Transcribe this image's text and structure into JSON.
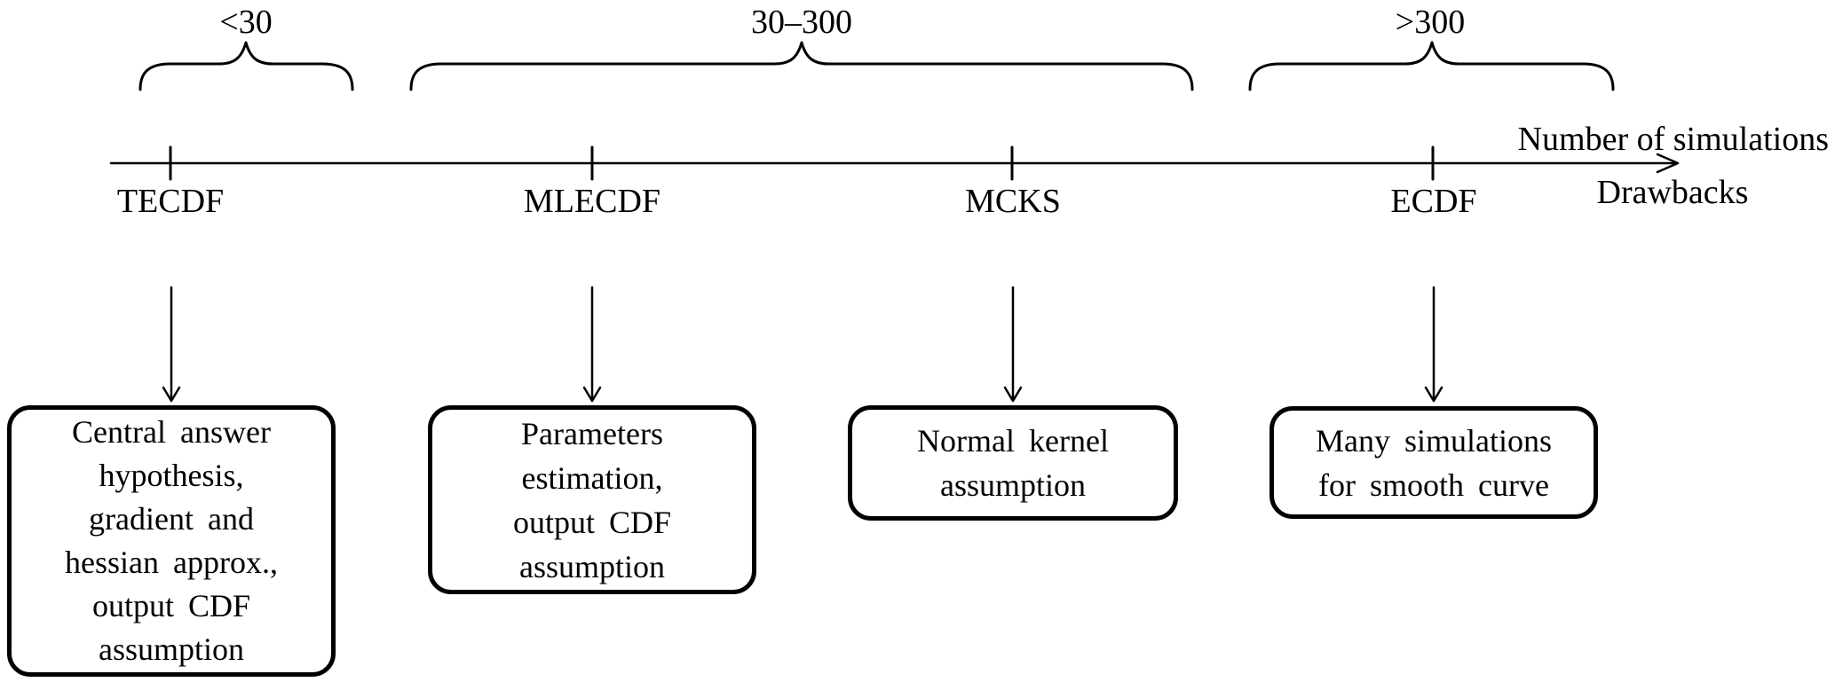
{
  "colors": {
    "ink": "#000000",
    "background": "#ffffff"
  },
  "axis": {
    "title": "Number of simulations",
    "subtitle": "Drawbacks"
  },
  "ranges": [
    {
      "label": "<30"
    },
    {
      "label": "30–300"
    },
    {
      "label": ">300"
    }
  ],
  "methods": [
    {
      "name": "TECDF",
      "range": "<30",
      "drawback_lines": [
        "Central answer",
        "hypothesis,",
        "gradient and",
        "hessian approx.,",
        "output CDF",
        "assumption"
      ]
    },
    {
      "name": "MLECDF",
      "range": "30–300",
      "drawback_lines": [
        "Parameters",
        "estimation,",
        "output CDF",
        "assumption"
      ]
    },
    {
      "name": "MCKS",
      "range": "30–300",
      "drawback_lines": [
        "Normal kernel",
        "assumption"
      ]
    },
    {
      "name": "ECDF",
      "range": ">300",
      "drawback_lines": [
        "Many simulations",
        "for smooth curve"
      ]
    }
  ]
}
